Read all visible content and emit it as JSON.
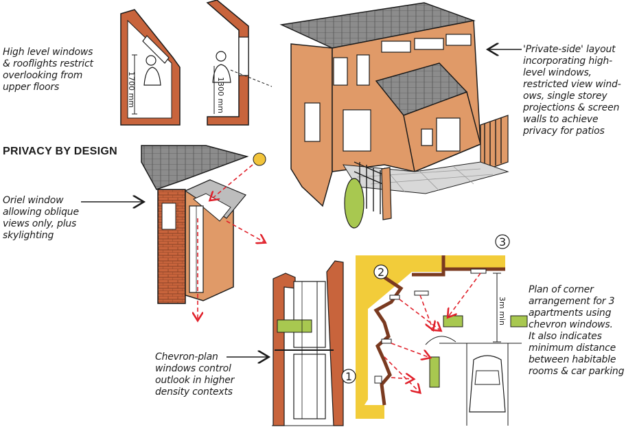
{
  "title": "PRIVACY BY DESIGN",
  "annotations": {
    "high_level_windows": "High level windows\n& rooflights restrict\noverlooking from\nupper floors",
    "private_side": "'Private-side' layout\nincorporating high-\nlevel windows,\nrestricted view wind-\nows, single storey\nprojections & screen\nwalls to achieve\nprivacy for patios",
    "oriel": "Oriel window\nallowing oblique\nviews only, plus\nskylighting",
    "chevron": "Chevron-plan\nwindows control\noutlook in higher\ndensity contexts",
    "plan": "Plan of corner\narrangement for 3\napartments using\nchevron windows.\nIt also indicates\nminimum distance\nbetween habitable\nrooms & car parking"
  },
  "dimensions": {
    "section_a": "1700 mm",
    "section_b": "1300 mm",
    "plan_distance": "3m min"
  },
  "markers": [
    "1",
    "2",
    "3"
  ],
  "colors": {
    "brick": "#c8643c",
    "render": "#e09a68",
    "roof": "#8c8c8c",
    "yellow": "#f2cc3a",
    "green": "#a8c850",
    "sightline": "#e0202a",
    "sun": "#f2c43a",
    "ink": "#1a1a1a"
  }
}
